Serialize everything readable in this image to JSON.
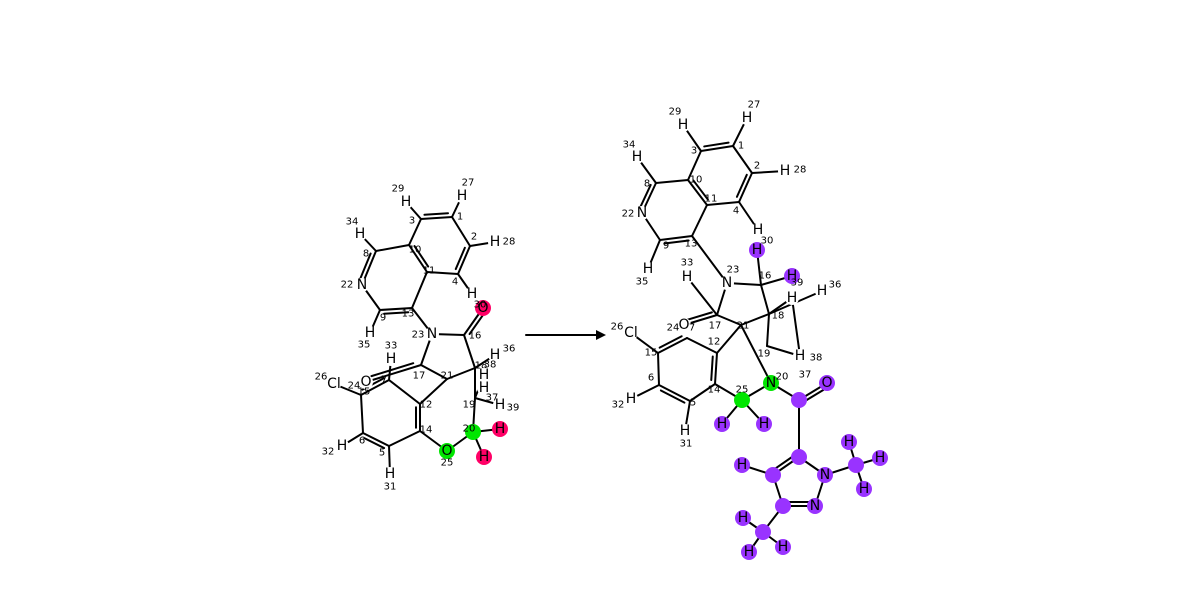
{
  "colors": {
    "pink": "#ff0066",
    "green": "#00e600",
    "purple": "#9933ff",
    "ink": "#000000"
  },
  "left": {
    "atoms": [
      [
        "27",
        "H"
      ],
      [
        "1",
        ""
      ],
      [
        "2",
        ""
      ],
      [
        "28",
        "H"
      ],
      [
        "4",
        ""
      ],
      [
        "11",
        ""
      ],
      [
        "10",
        ""
      ],
      [
        "3",
        ""
      ],
      [
        "29",
        "H"
      ],
      [
        "8",
        ""
      ],
      [
        "34",
        "H"
      ],
      [
        "22",
        "N"
      ],
      [
        "9",
        ""
      ],
      [
        "35",
        "H"
      ],
      [
        "13",
        ""
      ],
      [
        "23",
        "N"
      ],
      [
        "16",
        ""
      ],
      [
        "30",
        "O",
        "pink"
      ],
      [
        "17",
        ""
      ],
      [
        "24",
        "O"
      ],
      [
        "33",
        "H"
      ],
      [
        "21",
        ""
      ],
      [
        "18",
        ""
      ],
      [
        "36",
        "H"
      ],
      [
        "38",
        "H"
      ],
      [
        "19",
        ""
      ],
      [
        "37",
        "H"
      ],
      [
        "39",
        "H"
      ],
      [
        "20",
        "",
        "green"
      ],
      [
        "40",
        "H",
        "pink"
      ],
      [
        "41",
        "H",
        "pink"
      ],
      [
        "12",
        ""
      ],
      [
        "14",
        ""
      ],
      [
        "25",
        "O",
        "green"
      ],
      [
        "5",
        ""
      ],
      [
        "31",
        "H"
      ],
      [
        "6",
        ""
      ],
      [
        "32",
        "H"
      ],
      [
        "15",
        ""
      ],
      [
        "26",
        "Cl"
      ],
      [
        "7",
        ""
      ],
      [
        "4a",
        "H"
      ]
    ]
  },
  "right": {
    "atoms": [
      [
        "27",
        "H"
      ],
      [
        "1",
        ""
      ],
      [
        "2",
        ""
      ],
      [
        "28",
        "H"
      ],
      [
        "4",
        ""
      ],
      [
        "H4",
        "H"
      ],
      [
        "11",
        ""
      ],
      [
        "10",
        ""
      ],
      [
        "3",
        ""
      ],
      [
        "29",
        "H"
      ],
      [
        "8",
        ""
      ],
      [
        "34",
        "H"
      ],
      [
        "22",
        "N"
      ],
      [
        "9",
        ""
      ],
      [
        "35",
        "H"
      ],
      [
        "13",
        ""
      ],
      [
        "23",
        "N"
      ],
      [
        "16",
        ""
      ],
      [
        "30",
        "H",
        "purple"
      ],
      [
        "39",
        "H",
        "purple"
      ],
      [
        "17",
        ""
      ],
      [
        "24",
        "O"
      ],
      [
        "33",
        "H"
      ],
      [
        "21",
        ""
      ],
      [
        "18",
        ""
      ],
      [
        "36",
        "H"
      ],
      [
        "19",
        ""
      ],
      [
        "38",
        "H"
      ],
      [
        "37",
        ""
      ],
      [
        "H37",
        "H"
      ],
      [
        "20",
        "N",
        "green"
      ],
      [
        "12",
        ""
      ],
      [
        "14",
        ""
      ],
      [
        "25",
        "",
        "green"
      ],
      [
        "H25a",
        "H",
        "purple"
      ],
      [
        "H25b",
        "H",
        "purple"
      ],
      [
        "5",
        ""
      ],
      [
        "31",
        "H"
      ],
      [
        "6",
        ""
      ],
      [
        "32",
        "H"
      ],
      [
        "15",
        ""
      ],
      [
        "26",
        "Cl"
      ],
      [
        "7",
        ""
      ],
      [
        "C1",
        "",
        "purple"
      ],
      [
        "O1",
        "O",
        "purple"
      ],
      [
        "C2",
        "",
        "purple"
      ],
      [
        "N1",
        "N",
        "purple"
      ],
      [
        "C3",
        "",
        "purple"
      ],
      [
        "H3a",
        "H",
        "purple"
      ],
      [
        "H3b",
        "H",
        "purple"
      ],
      [
        "H3c",
        "H",
        "purple"
      ],
      [
        "N2",
        "N",
        "purple"
      ],
      [
        "C4",
        "",
        "purple"
      ],
      [
        "C5",
        "",
        "purple"
      ],
      [
        "H5",
        "H",
        "purple"
      ],
      [
        "C6",
        "",
        "purple"
      ],
      [
        "H6a",
        "H",
        "purple"
      ],
      [
        "H6b",
        "H",
        "purple"
      ],
      [
        "H6c",
        "H",
        "purple"
      ]
    ]
  }
}
